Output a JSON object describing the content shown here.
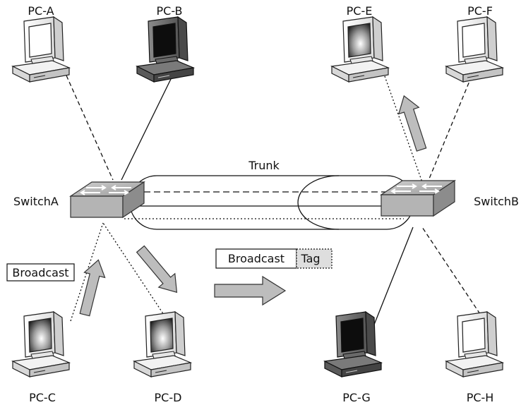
{
  "labels": {
    "pc_a": "PC-A",
    "pc_b": "PC-B",
    "pc_c": "PC-C",
    "pc_d": "PC-D",
    "pc_e": "PC-E",
    "pc_f": "PC-F",
    "pc_g": "PC-G",
    "pc_h": "PC-H",
    "switch_a": "SwitchA",
    "switch_b": "SwitchB",
    "trunk": "Trunk"
  },
  "frame": {
    "left_broadcast": "Broadcast",
    "broadcast": "Broadcast",
    "tag": "Tag"
  }
}
